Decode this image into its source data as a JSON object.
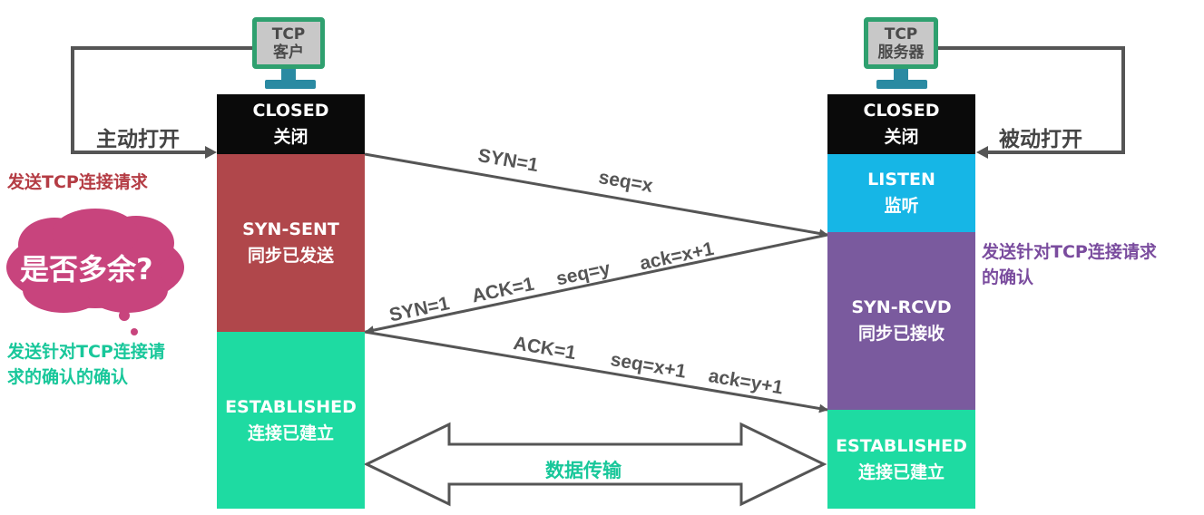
{
  "client": {
    "monitor_line1": "TCP",
    "monitor_line2": "客户",
    "active_open": "主动打开",
    "states": {
      "closed": {
        "en": "CLOSED",
        "zh": "关闭"
      },
      "syn_sent": {
        "en": "SYN-SENT",
        "zh": "同步已发送"
      },
      "established": {
        "en": "ESTABLISHED",
        "zh": "连接已建立"
      }
    },
    "note_request": "发送TCP连接请求",
    "note_ack_of_ack_line1": "发送针对TCP连接请",
    "note_ack_of_ack_line2": "求的确认的确认",
    "cloud_text": "是否多余?"
  },
  "server": {
    "monitor_line1": "TCP",
    "monitor_line2": "服务器",
    "passive_open": "被动打开",
    "states": {
      "closed": {
        "en": "CLOSED",
        "zh": "关闭"
      },
      "listen": {
        "en": "LISTEN",
        "zh": "监听"
      },
      "syn_rcvd": {
        "en": "SYN-RCVD",
        "zh": "同步已接收"
      },
      "established": {
        "en": "ESTABLISHED",
        "zh": "连接已建立"
      }
    },
    "note_ack_line1": "发送针对TCP连接请求",
    "note_ack_line2": "的确认"
  },
  "messages": {
    "first": {
      "syn": "SYN=1",
      "seq": "seq=x"
    },
    "second": {
      "syn": "SYN=1",
      "ack_flag": "ACK=1",
      "seq": "seq=y",
      "ack": "ack=x+1"
    },
    "third": {
      "ack_flag": "ACK=1",
      "seq": "seq=x+1",
      "ack": "ack=y+1"
    }
  },
  "data_transfer": "数据传输",
  "colors": {
    "closed": "#0a0a0a",
    "syn_sent": "#b0474b",
    "established": "#1edba2",
    "listen": "#16b6e6",
    "syn_rcvd": "#7a5a9e",
    "monitor_border": "#2fa06f",
    "monitor_stand": "#2a8aa2",
    "note_red": "#b43c44",
    "note_purple": "#7a4c9e",
    "note_green": "#18c79a",
    "cloud": "#c8447d",
    "arrow": "#555555"
  }
}
